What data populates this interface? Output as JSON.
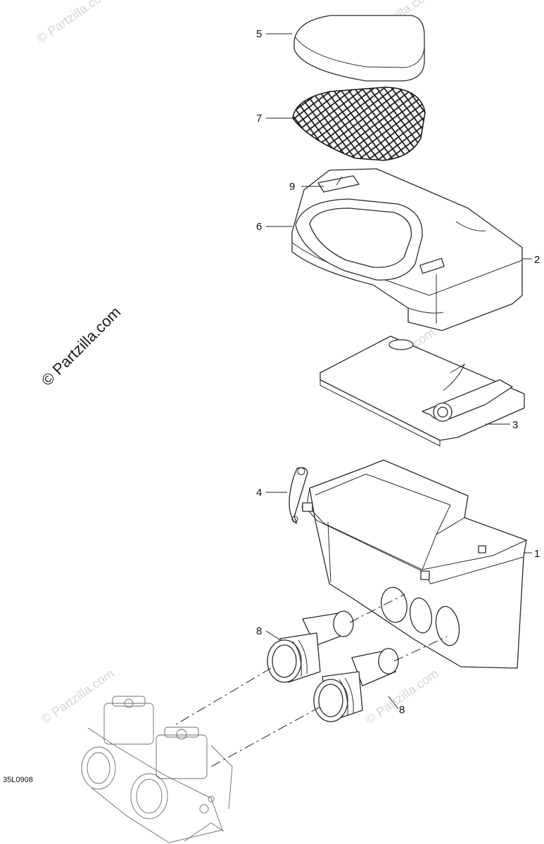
{
  "watermark": {
    "text": "© Partzilla.com",
    "color": "#c8c8c8"
  },
  "main_watermark": "© Partzilla.com",
  "diagram_code": "35L0908",
  "callouts": {
    "c1": "1",
    "c2": "2",
    "c3": "3",
    "c4": "4",
    "c5": "5",
    "c6": "6",
    "c7": "7",
    "c8a": "8",
    "c8b": "8",
    "c9": "9"
  },
  "parts": [
    {
      "ref": "1",
      "icon": "airbox-housing-icon"
    },
    {
      "ref": "2",
      "icon": "airbox-cover-icon"
    },
    {
      "ref": "3",
      "icon": "silencer-plate-icon"
    },
    {
      "ref": "4",
      "icon": "clip-icon"
    },
    {
      "ref": "5",
      "icon": "foam-filter-icon"
    },
    {
      "ref": "6",
      "icon": "cover-opening-icon"
    },
    {
      "ref": "7",
      "icon": "filter-screen-icon"
    },
    {
      "ref": "8",
      "icon": "intake-boot-icon"
    },
    {
      "ref": "9",
      "icon": "label-icon"
    }
  ]
}
